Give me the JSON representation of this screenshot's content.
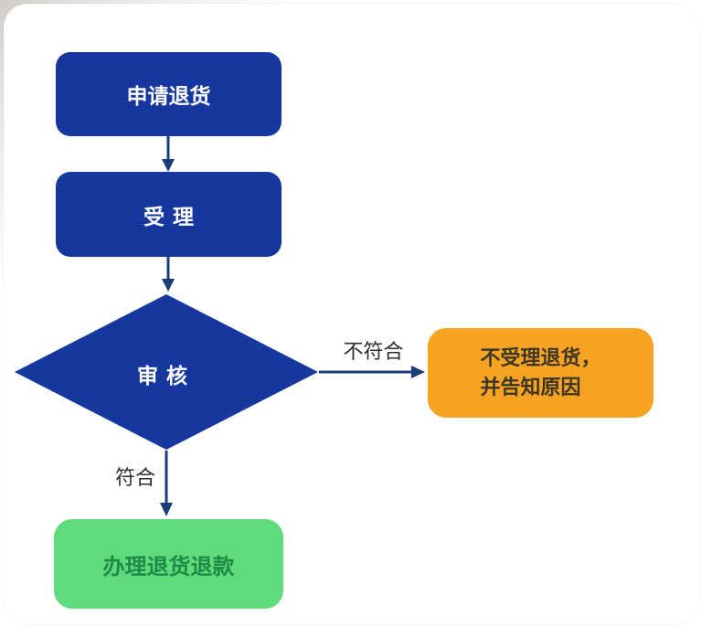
{
  "diagram": {
    "name": "return-request-approval-flowchart",
    "nodes": {
      "apply": {
        "label": "申请退货",
        "type": "process"
      },
      "accept": {
        "label": "受理",
        "type": "process"
      },
      "review": {
        "label": "审核",
        "type": "decision"
      },
      "reject": {
        "label_line1": "不受理退货，",
        "label_line2": "并告知原因",
        "type": "result"
      },
      "refund": {
        "label": "办理退货退款",
        "type": "result"
      }
    },
    "edges": {
      "apply_to_accept": {
        "label": ""
      },
      "accept_to_review": {
        "label": ""
      },
      "review_to_reject": {
        "label": "不符合"
      },
      "review_to_refund": {
        "label": "符合"
      }
    },
    "colors": {
      "process_blue": "#16389e",
      "decision_blue": "#16389e",
      "reject_orange": "#f6a321",
      "reject_text": "#3d3627",
      "refund_green": "#5edc7c",
      "refund_text": "#1f8a47",
      "node_text_light": "#ffffff",
      "edge_label_text": "#2d2d2d",
      "arrow": "#1d3c7c",
      "card_bg": "#ffffff",
      "page_bg": "#e3e1de"
    }
  }
}
